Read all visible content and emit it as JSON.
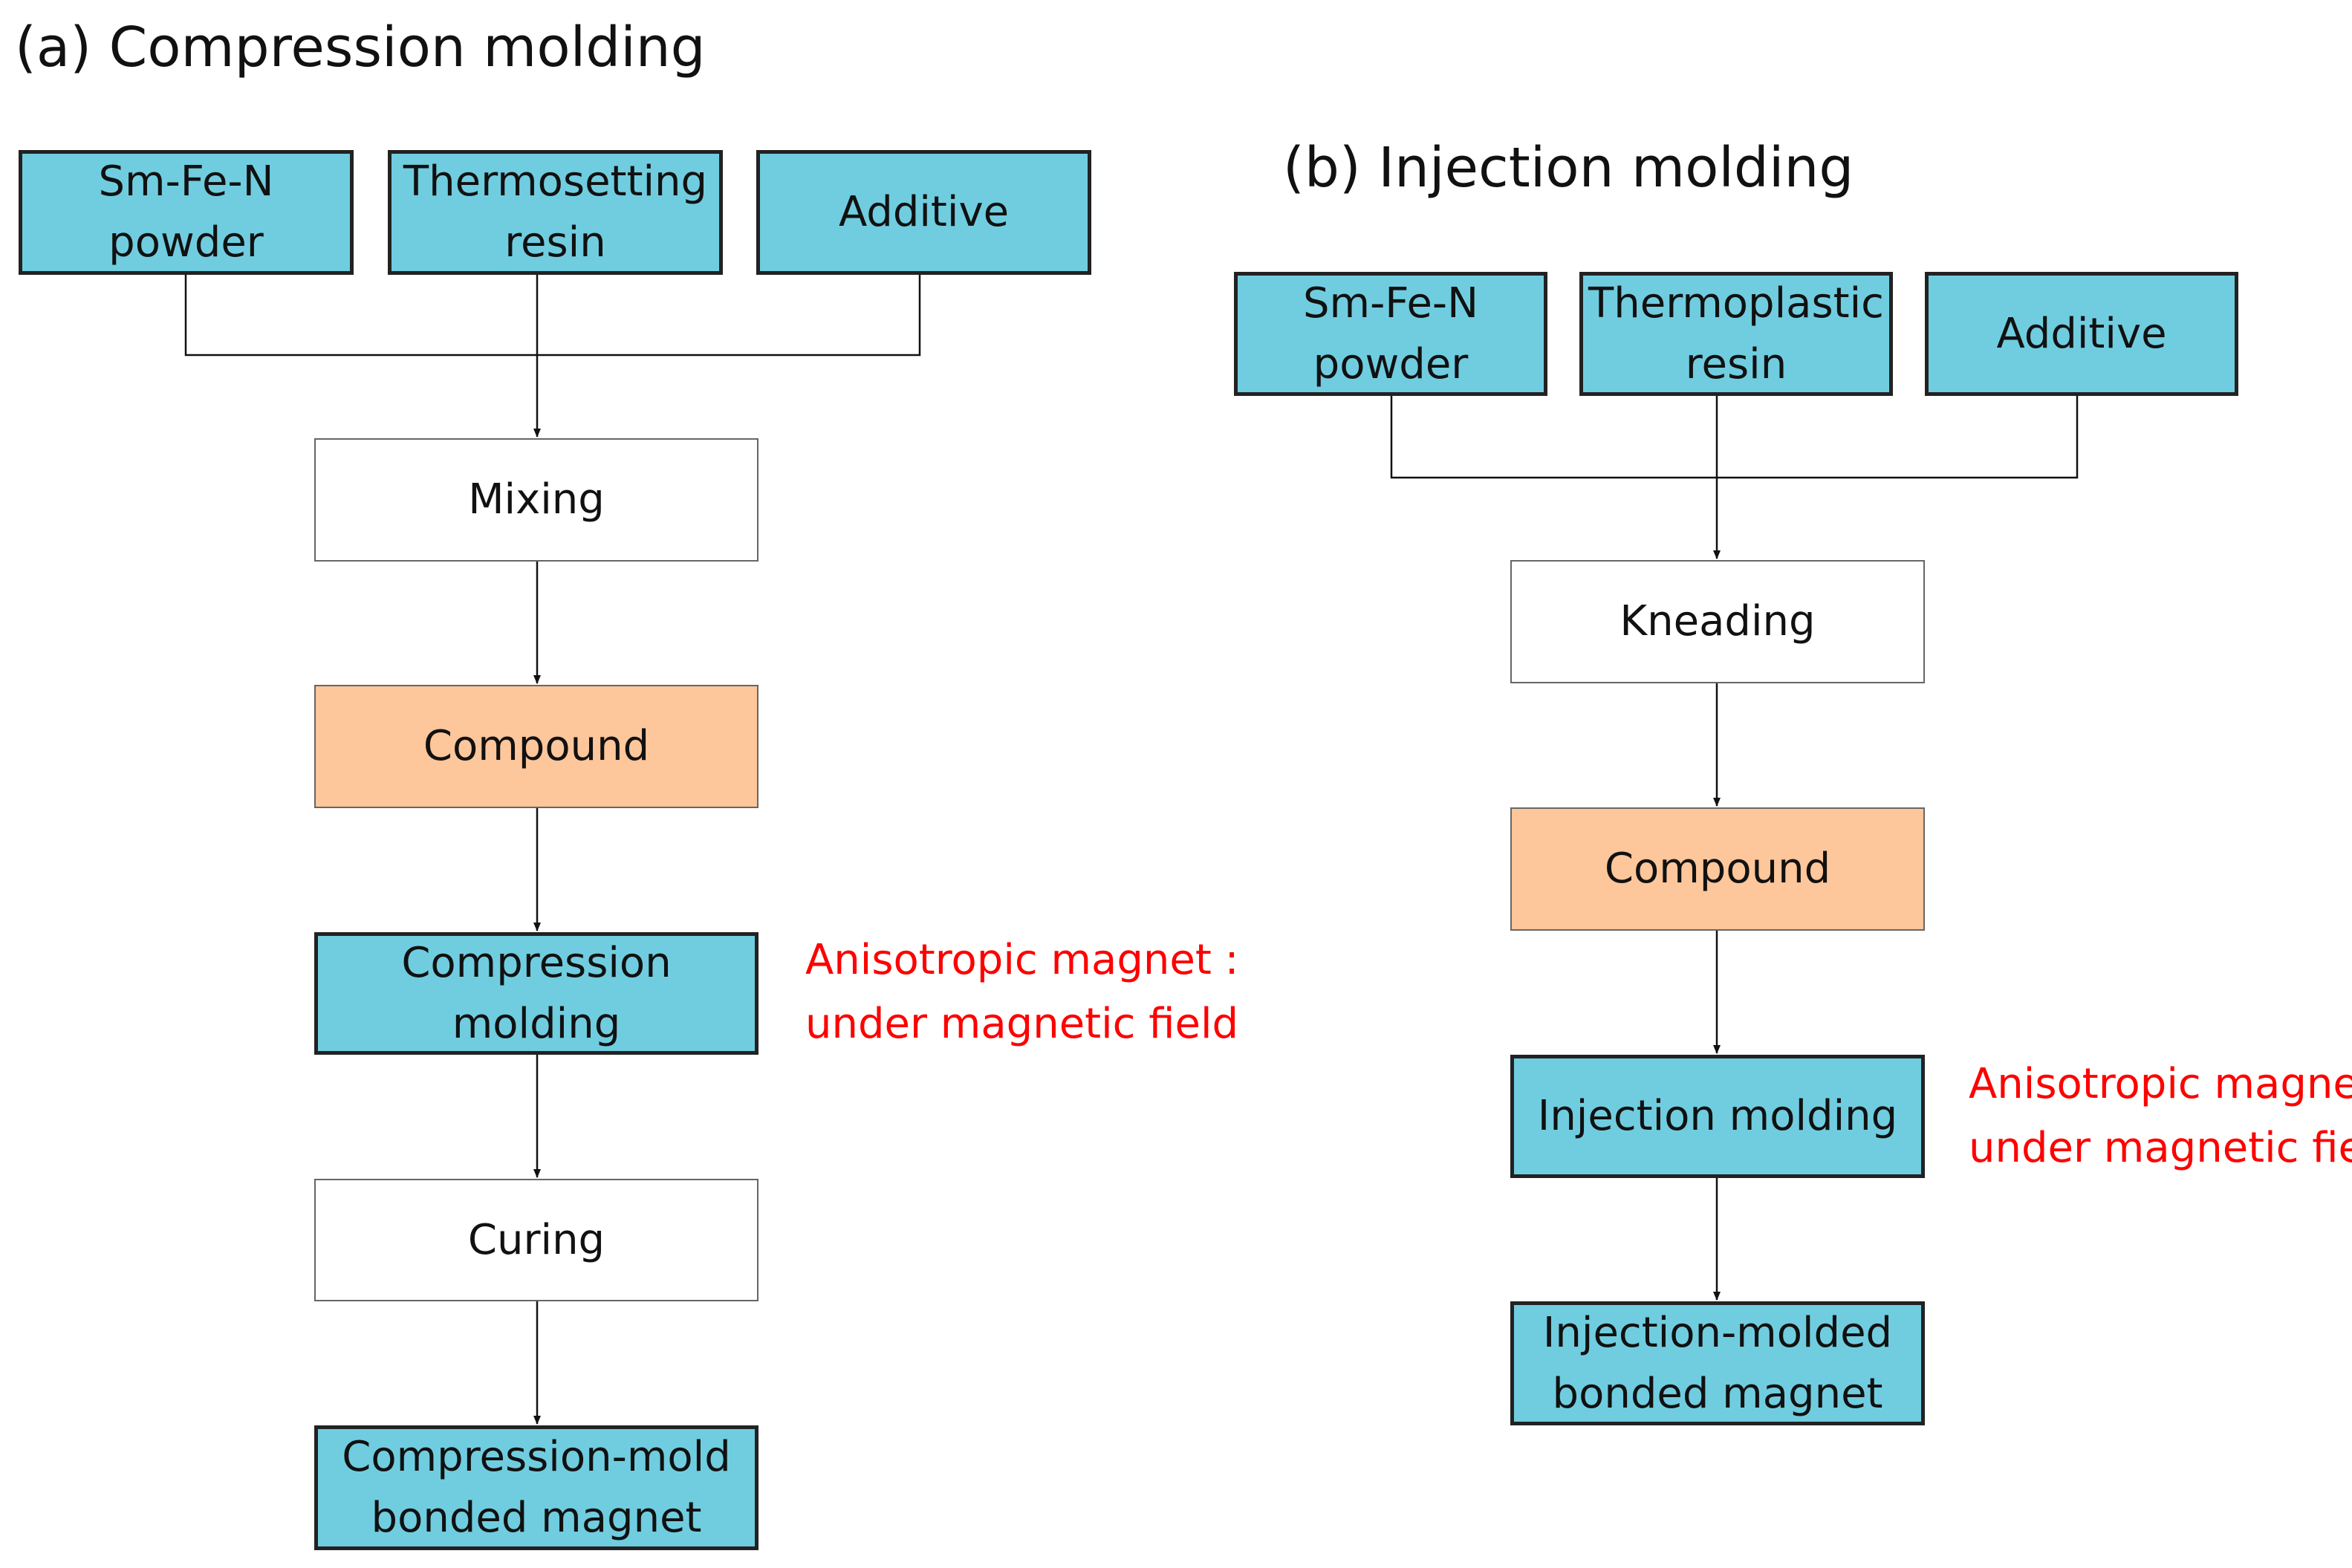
{
  "panel_a": {
    "title": "(a) Compression molding",
    "inputs": [
      {
        "line1": "Sm-Fe-N",
        "line2": "powder"
      },
      {
        "line1": "Thermosetting",
        "line2": "resin"
      },
      {
        "line1": "Additive",
        "line2": ""
      }
    ],
    "steps": {
      "mixing": "Mixing",
      "compound": "Compound",
      "molding": "Compression molding",
      "curing": "Curing",
      "product_line1": "Compression-mold",
      "product_line2": "bonded magnet"
    },
    "note": {
      "line1": "Anisotropic magnet :",
      "line2": "under magnetic field"
    }
  },
  "panel_b": {
    "title": "(b) Injection molding",
    "inputs": [
      {
        "line1": "Sm-Fe-N",
        "line2": "powder"
      },
      {
        "line1": "Thermoplastic",
        "line2": "resin"
      },
      {
        "line1": "Additive",
        "line2": ""
      }
    ],
    "steps": {
      "kneading": "Kneading",
      "compound": "Compound",
      "molding": "Injection molding",
      "product_line1": "Injection-molded",
      "product_line2": "bonded magnet"
    },
    "note": {
      "line1": "Anisotropic magnet :",
      "line2": "under magnetic field"
    }
  },
  "colors": {
    "input_fill": "#70cde0",
    "compound_fill": "#fdc69b",
    "note_text": "#ff0000"
  }
}
